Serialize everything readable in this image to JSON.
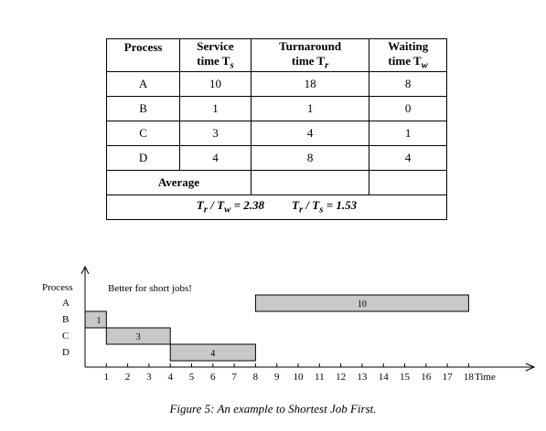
{
  "table": {
    "headers": [
      {
        "line1": "Process",
        "line2": ""
      },
      {
        "line1": "Service",
        "line2": "time T",
        "sub": "s"
      },
      {
        "line1": "Turnaround",
        "line2": "time T",
        "sub": "r"
      },
      {
        "line1": "Waiting",
        "line2": "time T",
        "sub": "w"
      }
    ],
    "rows": [
      {
        "process": "A",
        "service": "10",
        "turnaround": "18",
        "waiting": "8"
      },
      {
        "process": "B",
        "service": "1",
        "turnaround": "1",
        "waiting": "0"
      },
      {
        "process": "C",
        "service": "3",
        "turnaround": "4",
        "waiting": "1"
      },
      {
        "process": "D",
        "service": "4",
        "turnaround": "8",
        "waiting": "4"
      }
    ],
    "average_label": "Average",
    "ratio1": {
      "lhs": "T",
      "lsub": "r",
      "rhs": "T",
      "rsub": "w",
      "value": "= 2.38"
    },
    "ratio2": {
      "lhs": "T",
      "lsub": "r",
      "rhs": "T",
      "rsub": "s",
      "value": "= 1.53"
    }
  },
  "gantt": {
    "y_axis_label": "Process",
    "x_axis_label": "Time",
    "note": "Better for short jobs!",
    "processes": [
      "A",
      "B",
      "C",
      "D"
    ],
    "ticks": [
      1,
      2,
      3,
      4,
      5,
      6,
      7,
      8,
      9,
      10,
      11,
      12,
      13,
      14,
      15,
      16,
      17,
      18
    ],
    "bars": [
      {
        "process": "A",
        "start": 8,
        "end": 18,
        "label": "10"
      },
      {
        "process": "B",
        "start": 0,
        "end": 1,
        "label": "1"
      },
      {
        "process": "C",
        "start": 1,
        "end": 4,
        "label": "3"
      },
      {
        "process": "D",
        "start": 4,
        "end": 8,
        "label": "4"
      }
    ],
    "bar_fill": "#c8c8c8"
  },
  "caption": "Figure 5: An example to Shortest Job First."
}
